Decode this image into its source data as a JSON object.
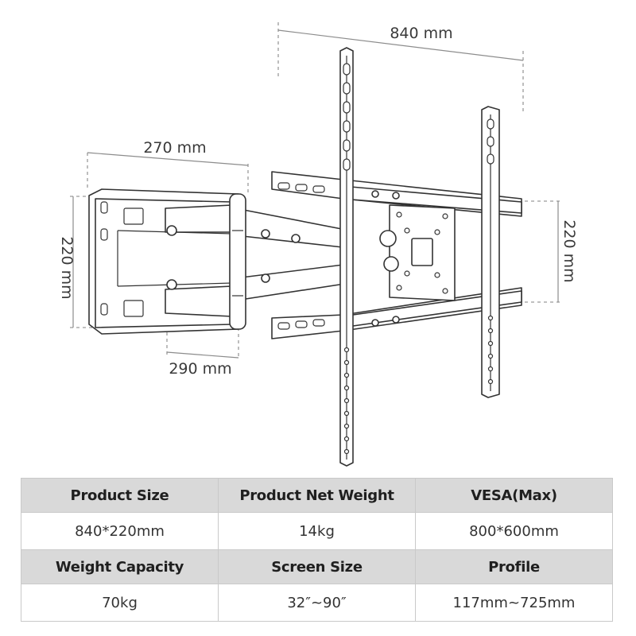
{
  "diagram": {
    "dimensions": {
      "overall_width": "840 mm",
      "arm_length": "270 mm",
      "wall_plate_height": "220 mm",
      "arm_extension": "290 mm",
      "bracket_height": "220 mm"
    }
  },
  "specs": {
    "row1": {
      "headers": [
        "Product Size",
        "Product Net Weight",
        "VESA(Max)"
      ],
      "values": [
        "840*220mm",
        "14kg",
        "800*600mm"
      ]
    },
    "row2": {
      "headers": [
        "Weight Capacity",
        "Screen Size",
        "Profile"
      ],
      "values": [
        "70kg",
        "32″~90″",
        "117mm~725mm"
      ]
    }
  }
}
